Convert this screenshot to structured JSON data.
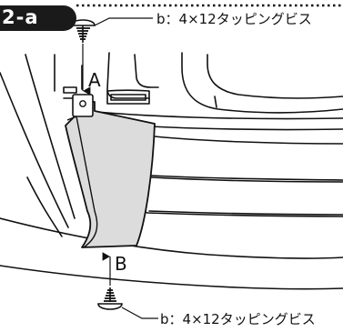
{
  "step": {
    "label": "2-a"
  },
  "callouts": {
    "top_screw": "b：4×12タッピングビス",
    "bottom_screw": "b：4×12タッピングビス"
  },
  "points": {
    "a": "A",
    "b": "B"
  },
  "colors": {
    "ink": "#111111",
    "badge": "#1a1a1a",
    "bracket_fill": "#dcdcdc",
    "background": "#ffffff"
  },
  "icons": {
    "screw_top": "tapping-screw-icon",
    "screw_bottom": "tapping-screw-icon"
  }
}
